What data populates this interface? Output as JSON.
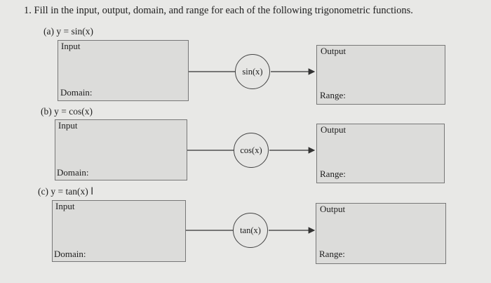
{
  "question": "1. Fill in the input, output, domain, and range for each of the following trigonometric functions.",
  "parts": [
    {
      "label": "(a) y = sin(x)",
      "input_label": "Input",
      "domain_label": "Domain:",
      "function_label": "sin(x)",
      "output_label": "Output",
      "range_label": "Range:"
    },
    {
      "label": "(b) y = cos(x)",
      "input_label": "Input",
      "domain_label": "Domain:",
      "function_label": "cos(x)",
      "output_label": "Output",
      "range_label": "Range:"
    },
    {
      "label": "(c) y = tan(x)",
      "input_label": "Input",
      "domain_label": "Domain:",
      "function_label": "tan(x)",
      "output_label": "Output",
      "range_label": "Range:"
    }
  ],
  "text_cursor_glyph": "I"
}
